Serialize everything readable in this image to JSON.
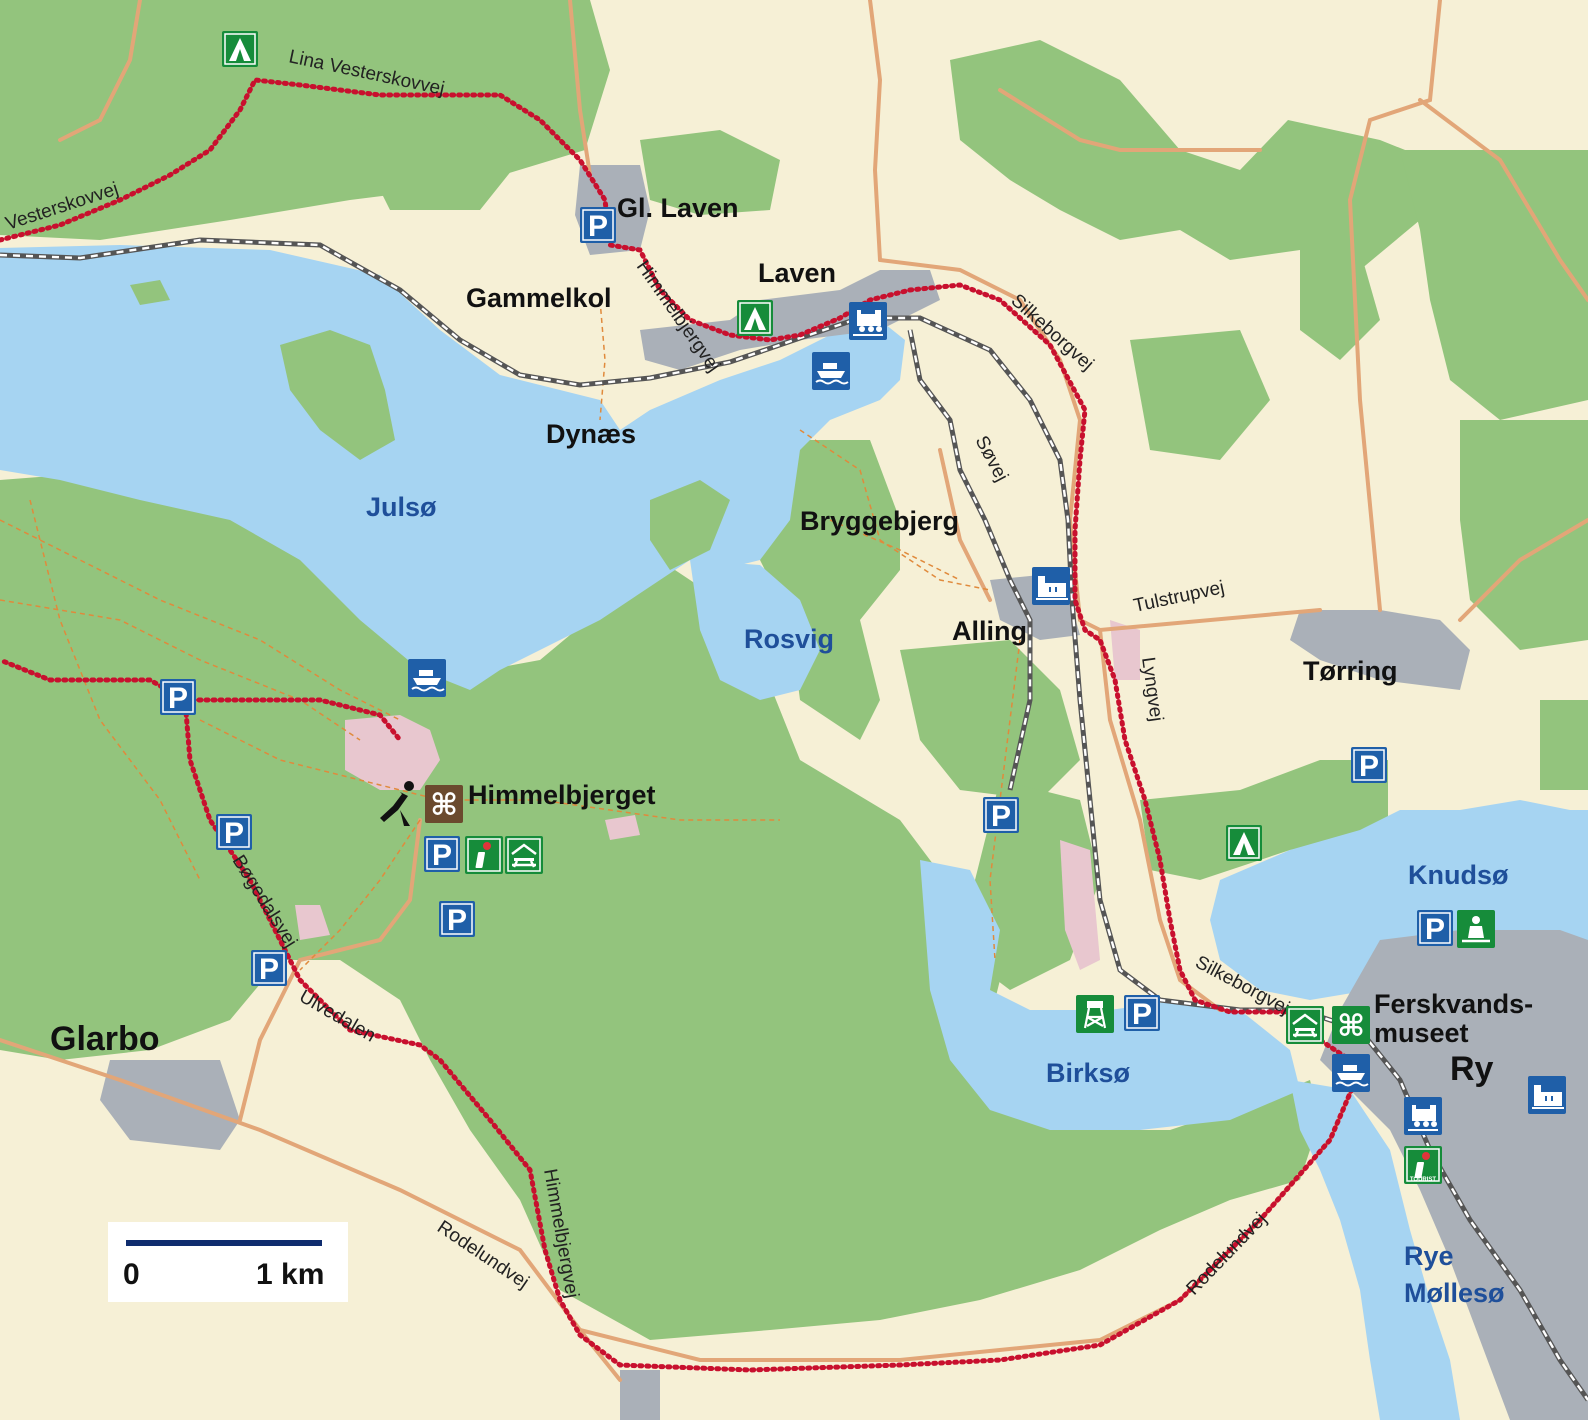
{
  "places": {
    "gl_laven": "Gl. Laven",
    "laven": "Laven",
    "gammelkol": "Gammelkol",
    "dynaes": "Dynæs",
    "bryggebjerg": "Bryggebjerg",
    "alling": "Alling",
    "torring": "Tørring",
    "himmelbjerget": "Himmelbjerget",
    "glarbo": "Glarbo",
    "ferskvands_1": "Ferskvands-",
    "ferskvands_2": "museet",
    "ry": "Ry"
  },
  "water": {
    "julso": "Julsø",
    "rosvig": "Rosvig",
    "knudso": "Knudsø",
    "birkso": "Birksø",
    "rye_1": "Rye",
    "rye_2": "Møllesø"
  },
  "roads": {
    "lina": "Lina Vesterskovvej",
    "vesterskovvej": "Vesterskovvej",
    "himmelbjergvej_n": "Himmelbjergvej",
    "silkeborgvej_n": "Silkeborgvej",
    "sovej": "Søvej",
    "tulstrupvej": "Tulstrupvej",
    "lyngvej": "Lyngvej",
    "bogedalsvej": "Bøgedalsvej",
    "ulvedalen": "Ulvedalen",
    "himmelbjergvej_s": "Himmelbjergvej",
    "rodelundvej_w": "Rodelundvej",
    "rodelundvej_e": "Rodelundvej",
    "silkeborgvej_s": "Silkeborgvej"
  },
  "scale": {
    "zero": "0",
    "unit": "1 km"
  },
  "icon_labels": {
    "parking": "P",
    "tourist": "TOURIST"
  },
  "colors": {
    "land": "#f6f0d6",
    "forest": "#93c47d",
    "water": "#a6d4f2",
    "town": "#aab0b8",
    "route": "#c8102e",
    "icon_blue": "#1f5fa8",
    "icon_green": "#168c3a",
    "icon_brown": "#6b4a2e"
  }
}
